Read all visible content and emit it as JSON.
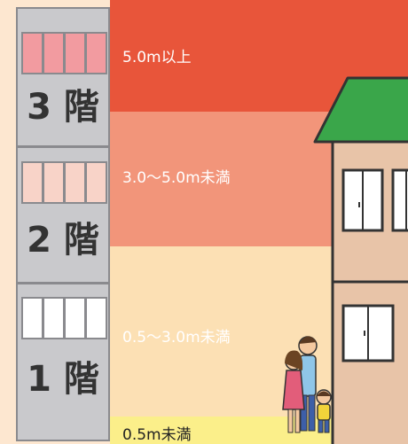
{
  "flood_levels": [
    {
      "label": "5.0m以上",
      "color": "#e8553a"
    },
    {
      "label": "3.0〜5.0m未満",
      "color": "#f2957a"
    },
    {
      "label": "0.5〜3.0m未満",
      "color": "#fce0b4"
    },
    {
      "label": "0.5m未満",
      "color": "#fbef8a"
    }
  ],
  "floors": [
    {
      "label": "3 階",
      "window_color": "#f29ba0"
    },
    {
      "label": "2 階",
      "window_color": "#f8d3c8"
    },
    {
      "label": "1 階",
      "window_color": "#ffffff"
    }
  ],
  "house_icon": "house-icon",
  "family_icon": "family-icon"
}
